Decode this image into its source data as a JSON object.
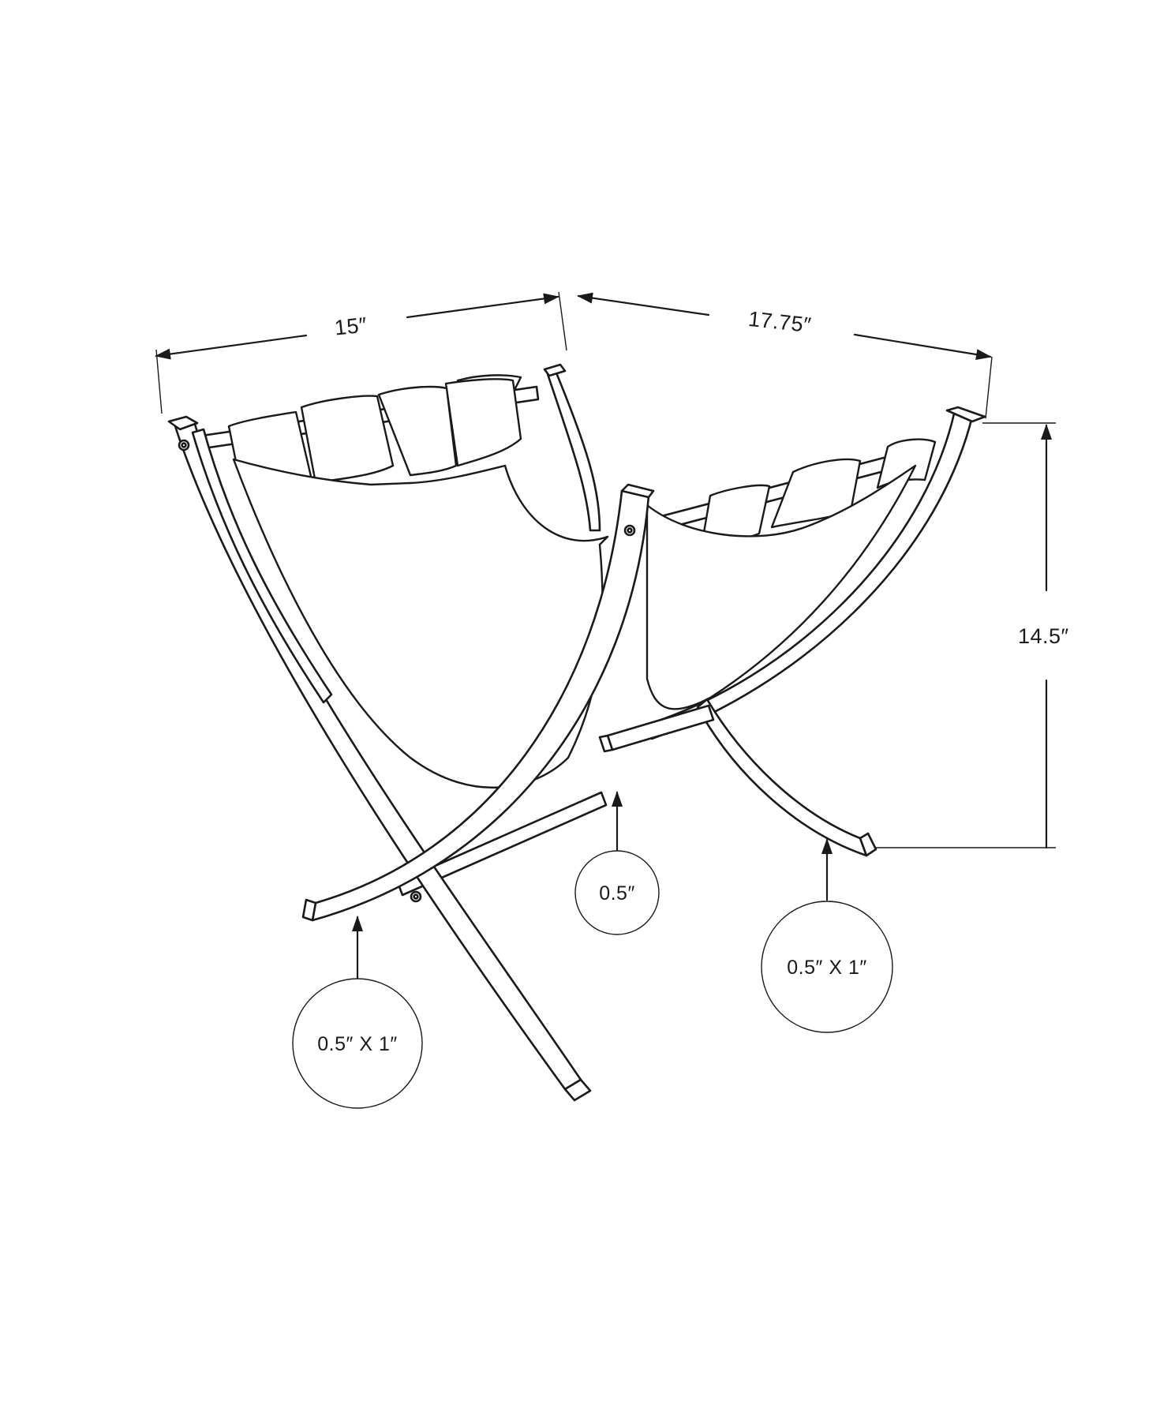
{
  "colors": {
    "line": "#1a1a1a",
    "background": "#ffffff"
  },
  "dimensions": {
    "width": "15″",
    "depth": "17.75″",
    "height": "14.5″"
  },
  "callouts": {
    "left_leg": "0.5″ X 1″",
    "crossbar": "0.5″",
    "right_leg": "0.5″ X 1″"
  }
}
